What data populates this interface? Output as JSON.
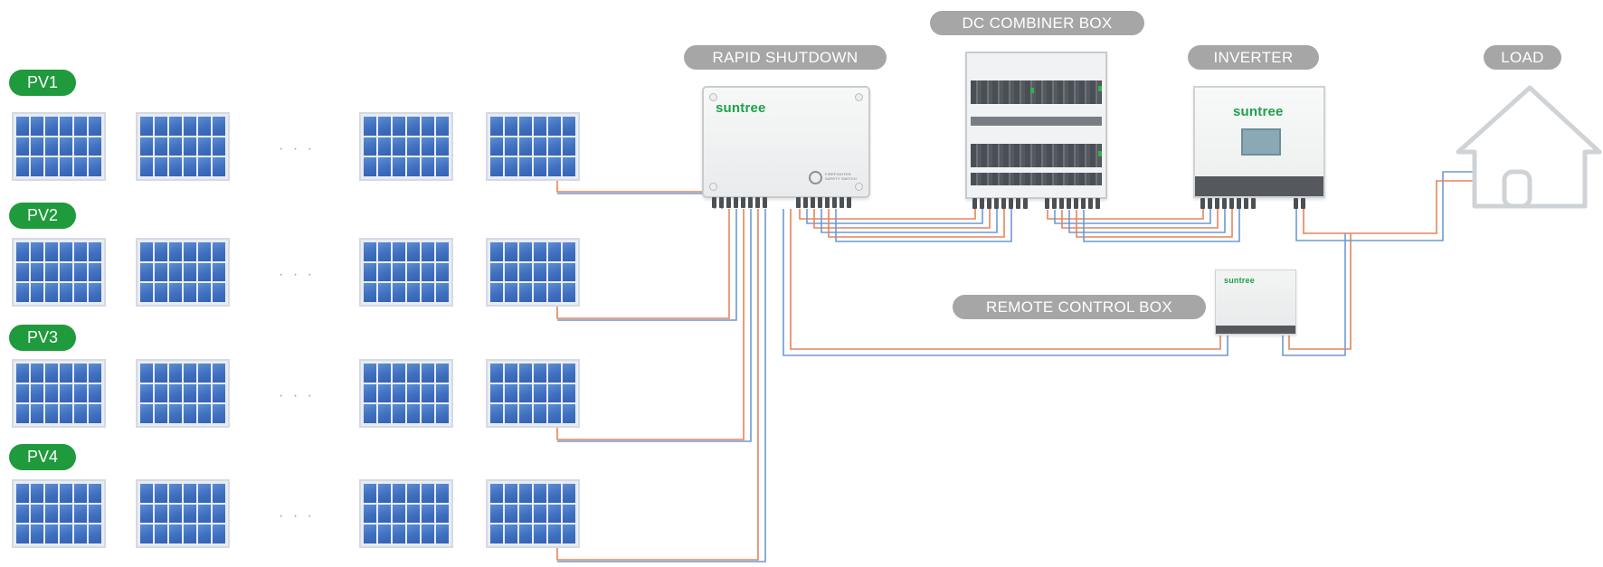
{
  "labels": {
    "rapid_shutdown": "RAPID SHUTDOWN",
    "dc_combiner_box": "DC COMBINER BOX",
    "inverter": "INVERTER",
    "load": "LOAD",
    "remote_control_box": "REMOTE CONTROL BOX"
  },
  "pv_strings": [
    {
      "label": "PV1"
    },
    {
      "label": "PV2"
    },
    {
      "label": "PV3"
    },
    {
      "label": "PV4"
    }
  ],
  "ellipsis": "· · ·",
  "brand": "suntree",
  "rsd_switch_text": "FIREFIGHTER SAFETY SWITCH",
  "colors": {
    "pv_badge": "#1f9a3c",
    "pill": "#a6a6a6",
    "wire_positive": "#e8845a",
    "wire_negative": "#6a9ad6",
    "panel_cell": "#3f6fbf"
  },
  "icons": {
    "panel": "solar-panel-icon",
    "house": "house-icon"
  }
}
